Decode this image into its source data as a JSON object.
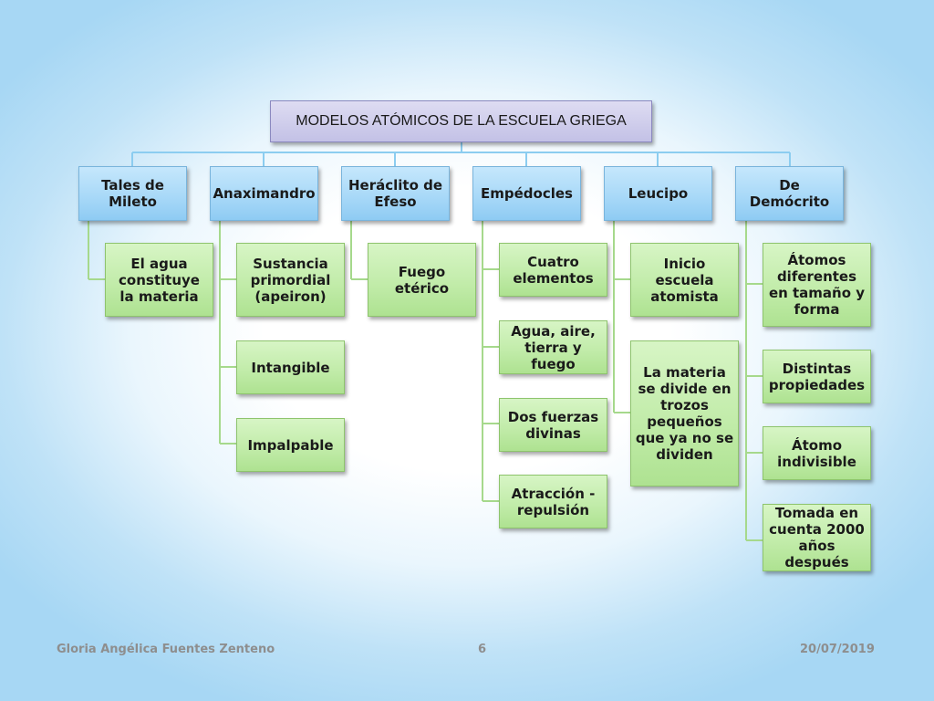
{
  "slide": {
    "title": "MODELOS ATÓMICOS DE LA ESCUELA GRIEGA",
    "columns": [
      {
        "header": "Tales de Mileto",
        "items": [
          "El agua constituye la materia"
        ]
      },
      {
        "header": "Anaximandro",
        "items": [
          "Sustancia primordial (apeiron)",
          "Intangible",
          "Impalpable"
        ]
      },
      {
        "header": "Heráclito de Efeso",
        "items": [
          "Fuego etérico"
        ]
      },
      {
        "header": "Empédocles",
        "items": [
          "Cuatro elementos",
          "Agua, aire, tierra y fuego",
          "Dos fuerzas divinas",
          "Atracción - repulsión"
        ]
      },
      {
        "header": "Leucipo",
        "items": [
          "Inicio escuela atomista",
          "La materia se divide en trozos pequeños que ya no se dividen"
        ]
      },
      {
        "header": "De Demócrito",
        "items": [
          "Átomos diferentes en tamaño y forma",
          "Distintas propiedades",
          "Átomo indivisible",
          "Tomada en cuenta 2000 años después"
        ]
      }
    ]
  },
  "footer": {
    "author": "Gloria Angélica Fuentes Zenteno",
    "page_number": "6",
    "date": "20/07/2019"
  },
  "colors": {
    "connector_top": "#8ccdf0",
    "connector_leaf": "#a6d98c",
    "header_fill": "#a9d9f8",
    "leaf_fill": "#c2ecaa",
    "title_fill": "#cfcdeb"
  }
}
